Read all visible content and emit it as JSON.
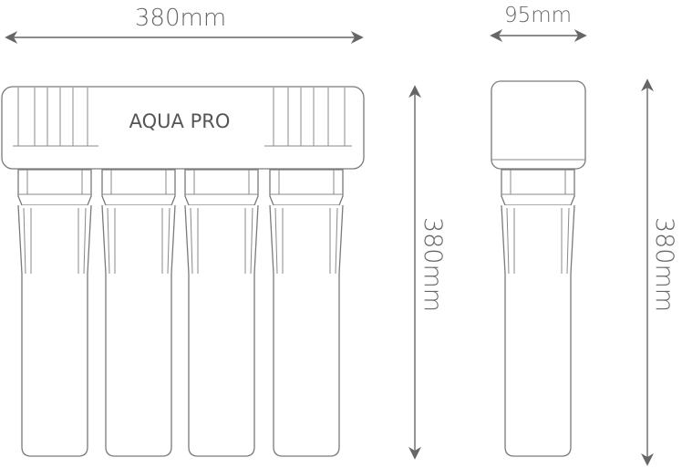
{
  "dimensions": {
    "front_width": "380mm",
    "side_width": "95mm",
    "front_height": "380mm",
    "side_height": "380mm"
  },
  "product": {
    "brand_label": "AQUA PRO",
    "canister_count": 4
  },
  "colors": {
    "line": "#666666",
    "outline": "#7a7a7a",
    "text": "#666666"
  }
}
